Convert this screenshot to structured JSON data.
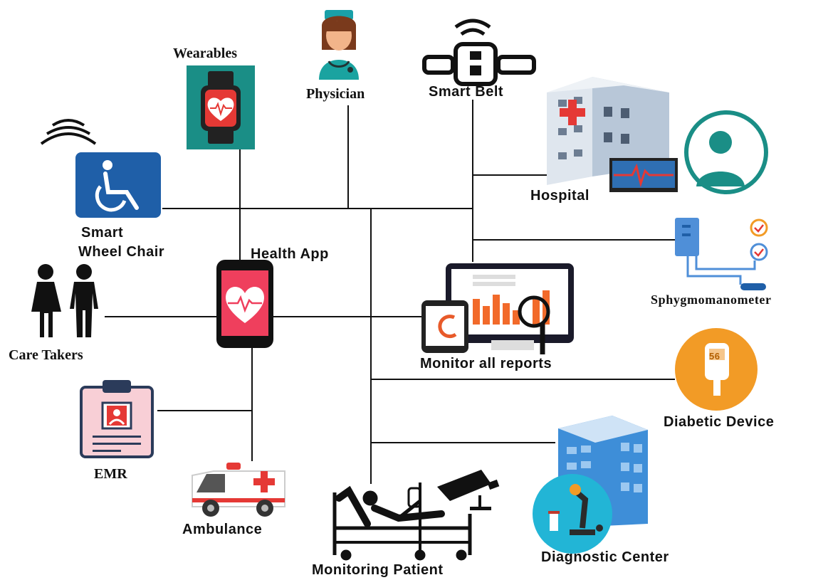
{
  "nodes": {
    "wearables": {
      "label": "Wearables",
      "icon": "smartwatch-heart-icon"
    },
    "physician": {
      "label": "Physician",
      "icon": "doctor-icon"
    },
    "smart_belt": {
      "label": "Smart Belt",
      "icon": "smart-belt-icon"
    },
    "hospital": {
      "label": "Hospital",
      "icon": "hospital-icon"
    },
    "smart_wheel_chair": {
      "label_line1": "Smart",
      "label_line2": "Wheel Chair",
      "icon": "wheelchair-icon"
    },
    "health_app": {
      "label": "Health App",
      "icon": "smartphone-heart-icon"
    },
    "sphygmomanometer": {
      "label": "Sphygmomanometer",
      "icon": "blood-pressure-icon"
    },
    "care_takers": {
      "label": "Care Takers",
      "icon": "people-icon"
    },
    "monitor_reports": {
      "label": "Monitor all reports",
      "icon": "dashboard-icon"
    },
    "diabetic_device": {
      "label": "Diabetic Device",
      "icon": "glucometer-icon",
      "reading": "56"
    },
    "emr": {
      "label": "EMR",
      "icon": "medical-record-icon"
    },
    "ambulance": {
      "label": "Ambulance",
      "icon": "ambulance-icon"
    },
    "monitoring_patient": {
      "label": "Monitoring Patient",
      "icon": "patient-bed-icon"
    },
    "diagnostic_center": {
      "label": "Diagnostic Center",
      "icon": "lab-building-icon"
    }
  },
  "colors": {
    "line": "#111111",
    "teal": "#1a8e86",
    "blue": "#1f5fa8",
    "red": "#e53935",
    "orange": "#f29b26",
    "lightblue": "#4f8fd8"
  }
}
